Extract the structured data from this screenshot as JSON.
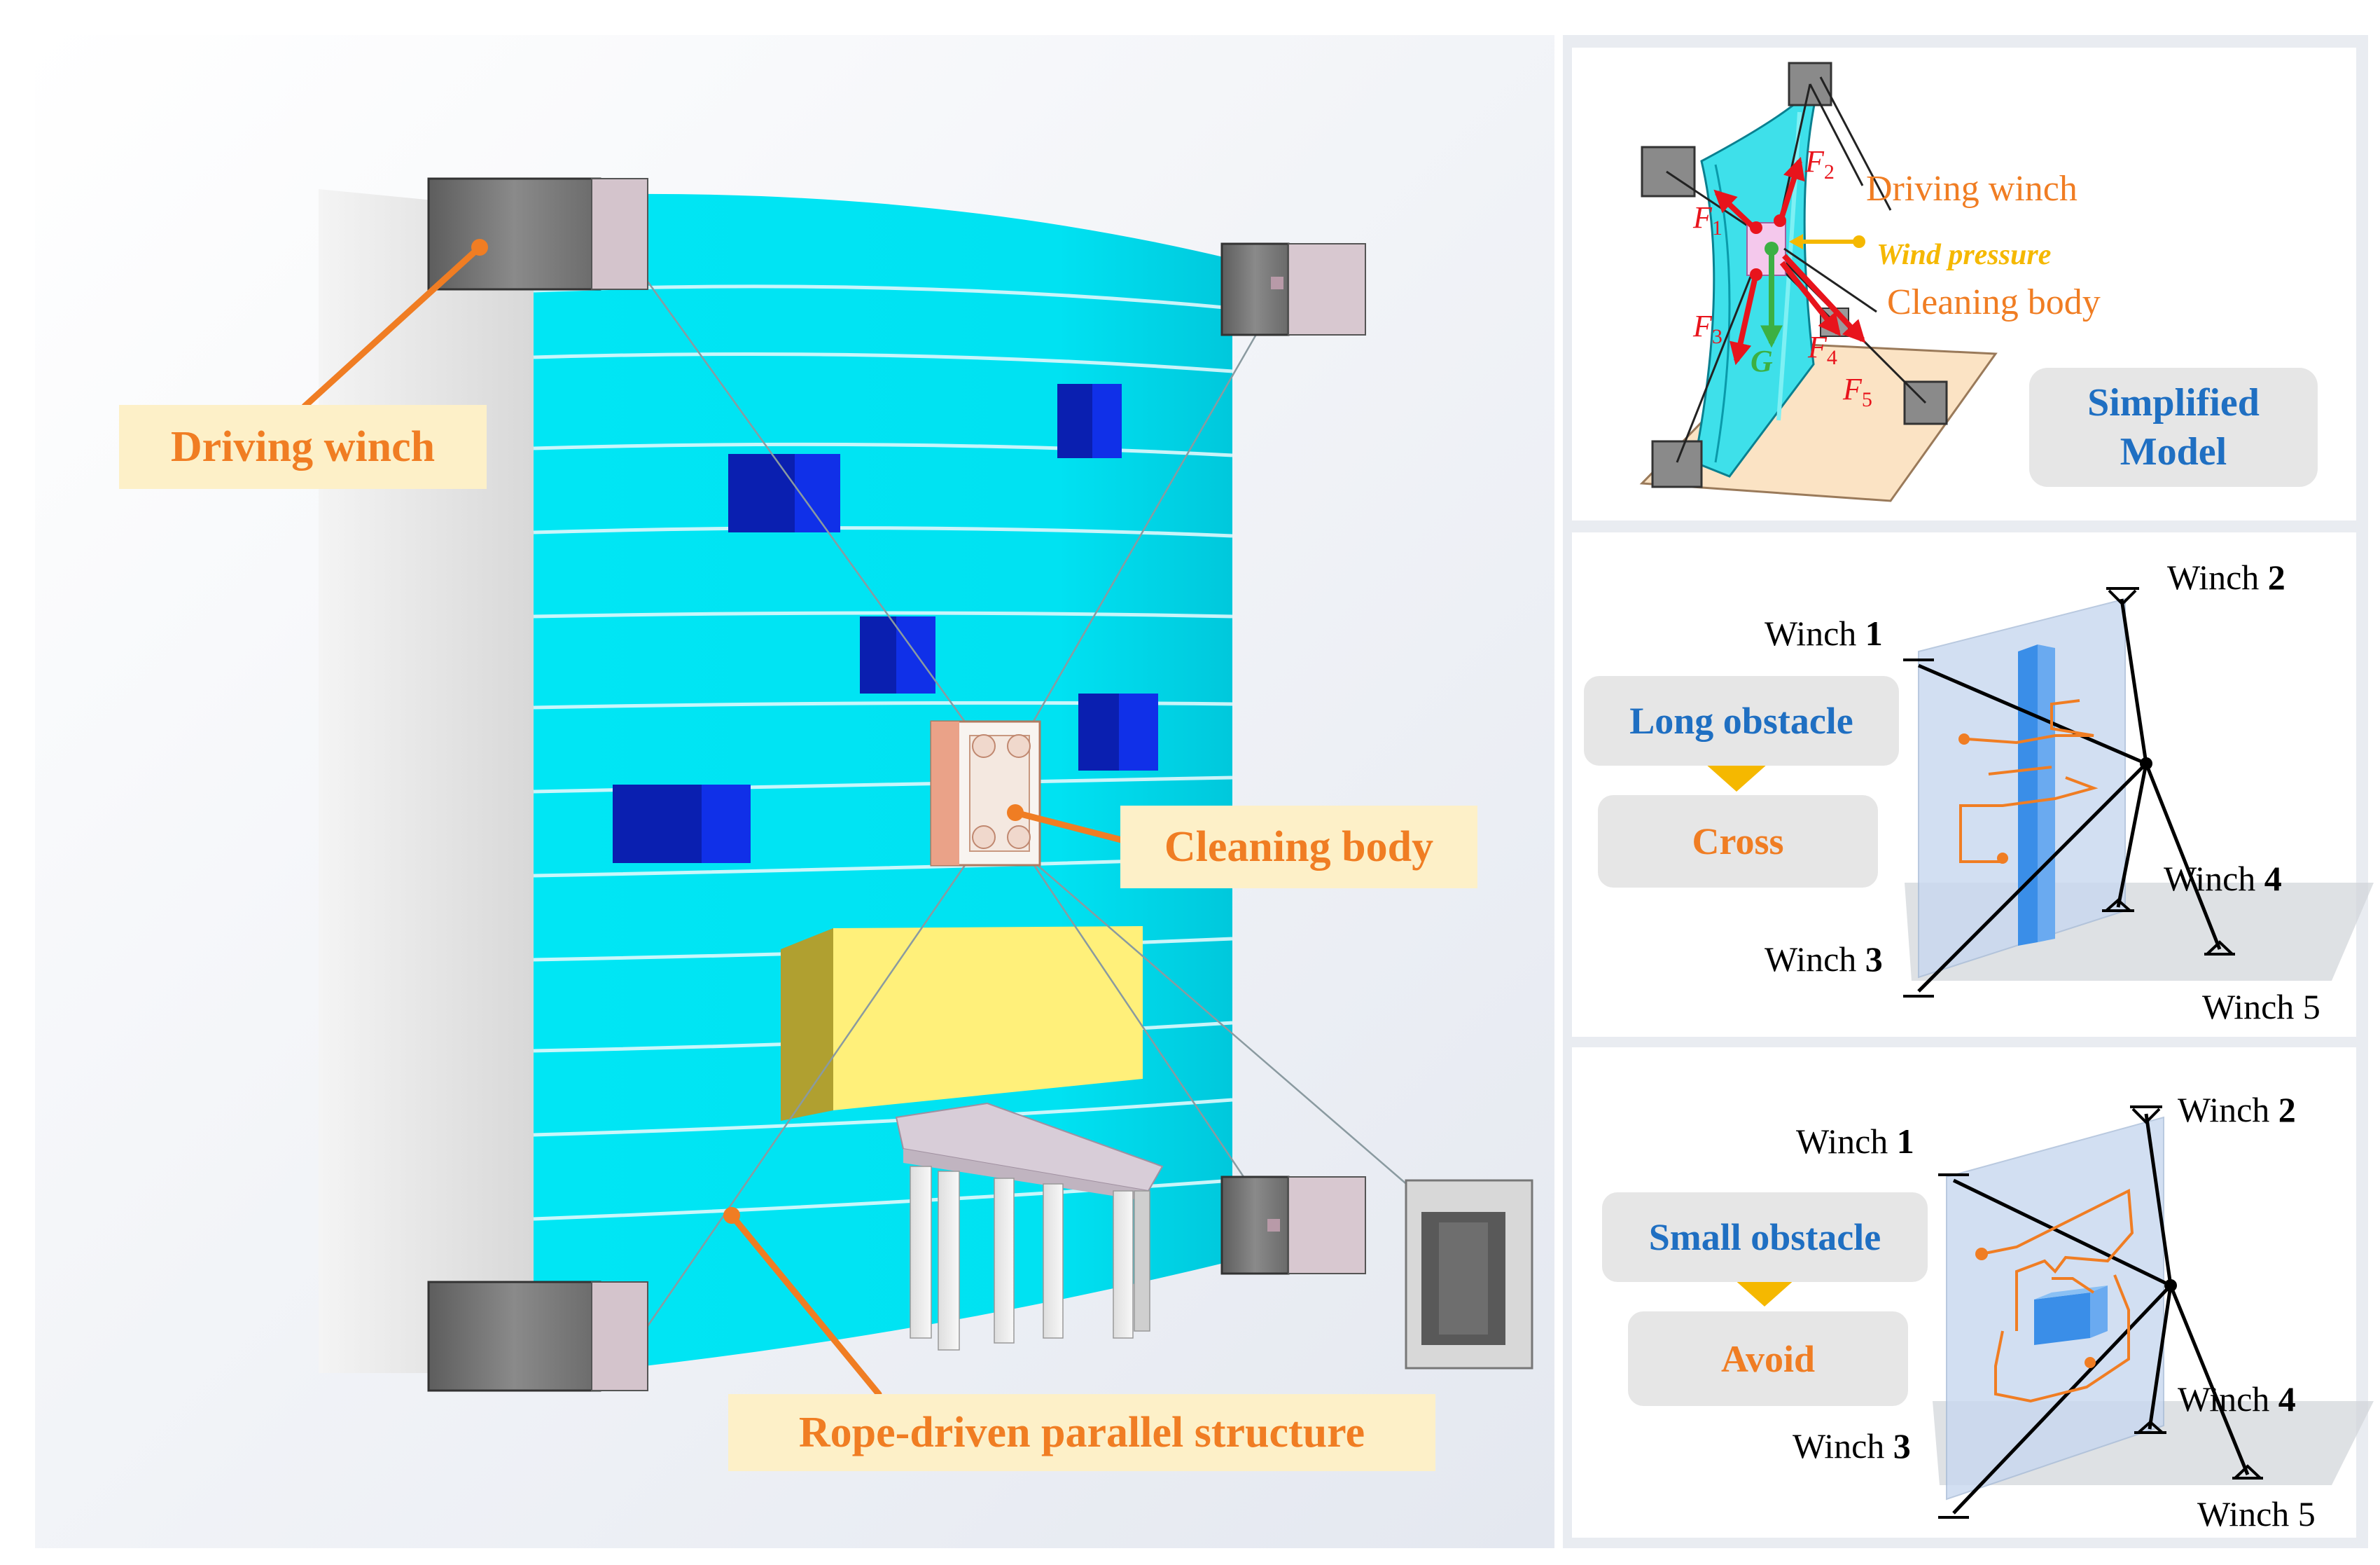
{
  "main_labels": {
    "driving_winch": "Driving winch",
    "cleaning_body": "Cleaning body",
    "rope_structure": "Rope-driven parallel structure"
  },
  "panel_model": {
    "driving_winch": "Driving winch",
    "wind_pressure": "Wind pressure",
    "cleaning_body": "Cleaning body",
    "box_line1": "Simplified",
    "box_line2": "Model",
    "forces": {
      "f1": "F",
      "f1_sub": "1",
      "f2": "F",
      "f2_sub": "2",
      "f3": "F",
      "f3_sub": "3",
      "f4": "F",
      "f4_sub": "4",
      "f5": "F",
      "f5_sub": "5",
      "g": "G"
    }
  },
  "panel_cross": {
    "box_top": "Long obstacle",
    "box_bottom": "Cross",
    "winch1": "Winch",
    "winch1_num": "1",
    "winch2": "Winch",
    "winch2_num": "2",
    "winch3": "Winch",
    "winch3_num": "3",
    "winch4": "Winch",
    "winch4_num": "4",
    "winch5": "Winch 5"
  },
  "panel_avoid": {
    "box_top": "Small obstacle",
    "box_bottom": "Avoid",
    "winch1": "Winch",
    "winch1_num": "1",
    "winch2": "Winch",
    "winch2_num": "2",
    "winch3": "Winch",
    "winch3_num": "3",
    "winch4": "Winch",
    "winch4_num": "4",
    "winch5": "Winch 5"
  },
  "colors": {
    "facade": "#00e8f6",
    "facade_dark": "#00c4d8",
    "orange": "#f07d23",
    "callout_bg": "#fdf0c8",
    "blue_text": "#1f6fc2",
    "force_red": "#e8141c",
    "gravity_green": "#3cb043",
    "wind_yellow": "#f5b800",
    "obstacle_blue": "#0a1fb0",
    "yellow_block": "#fff07a"
  }
}
